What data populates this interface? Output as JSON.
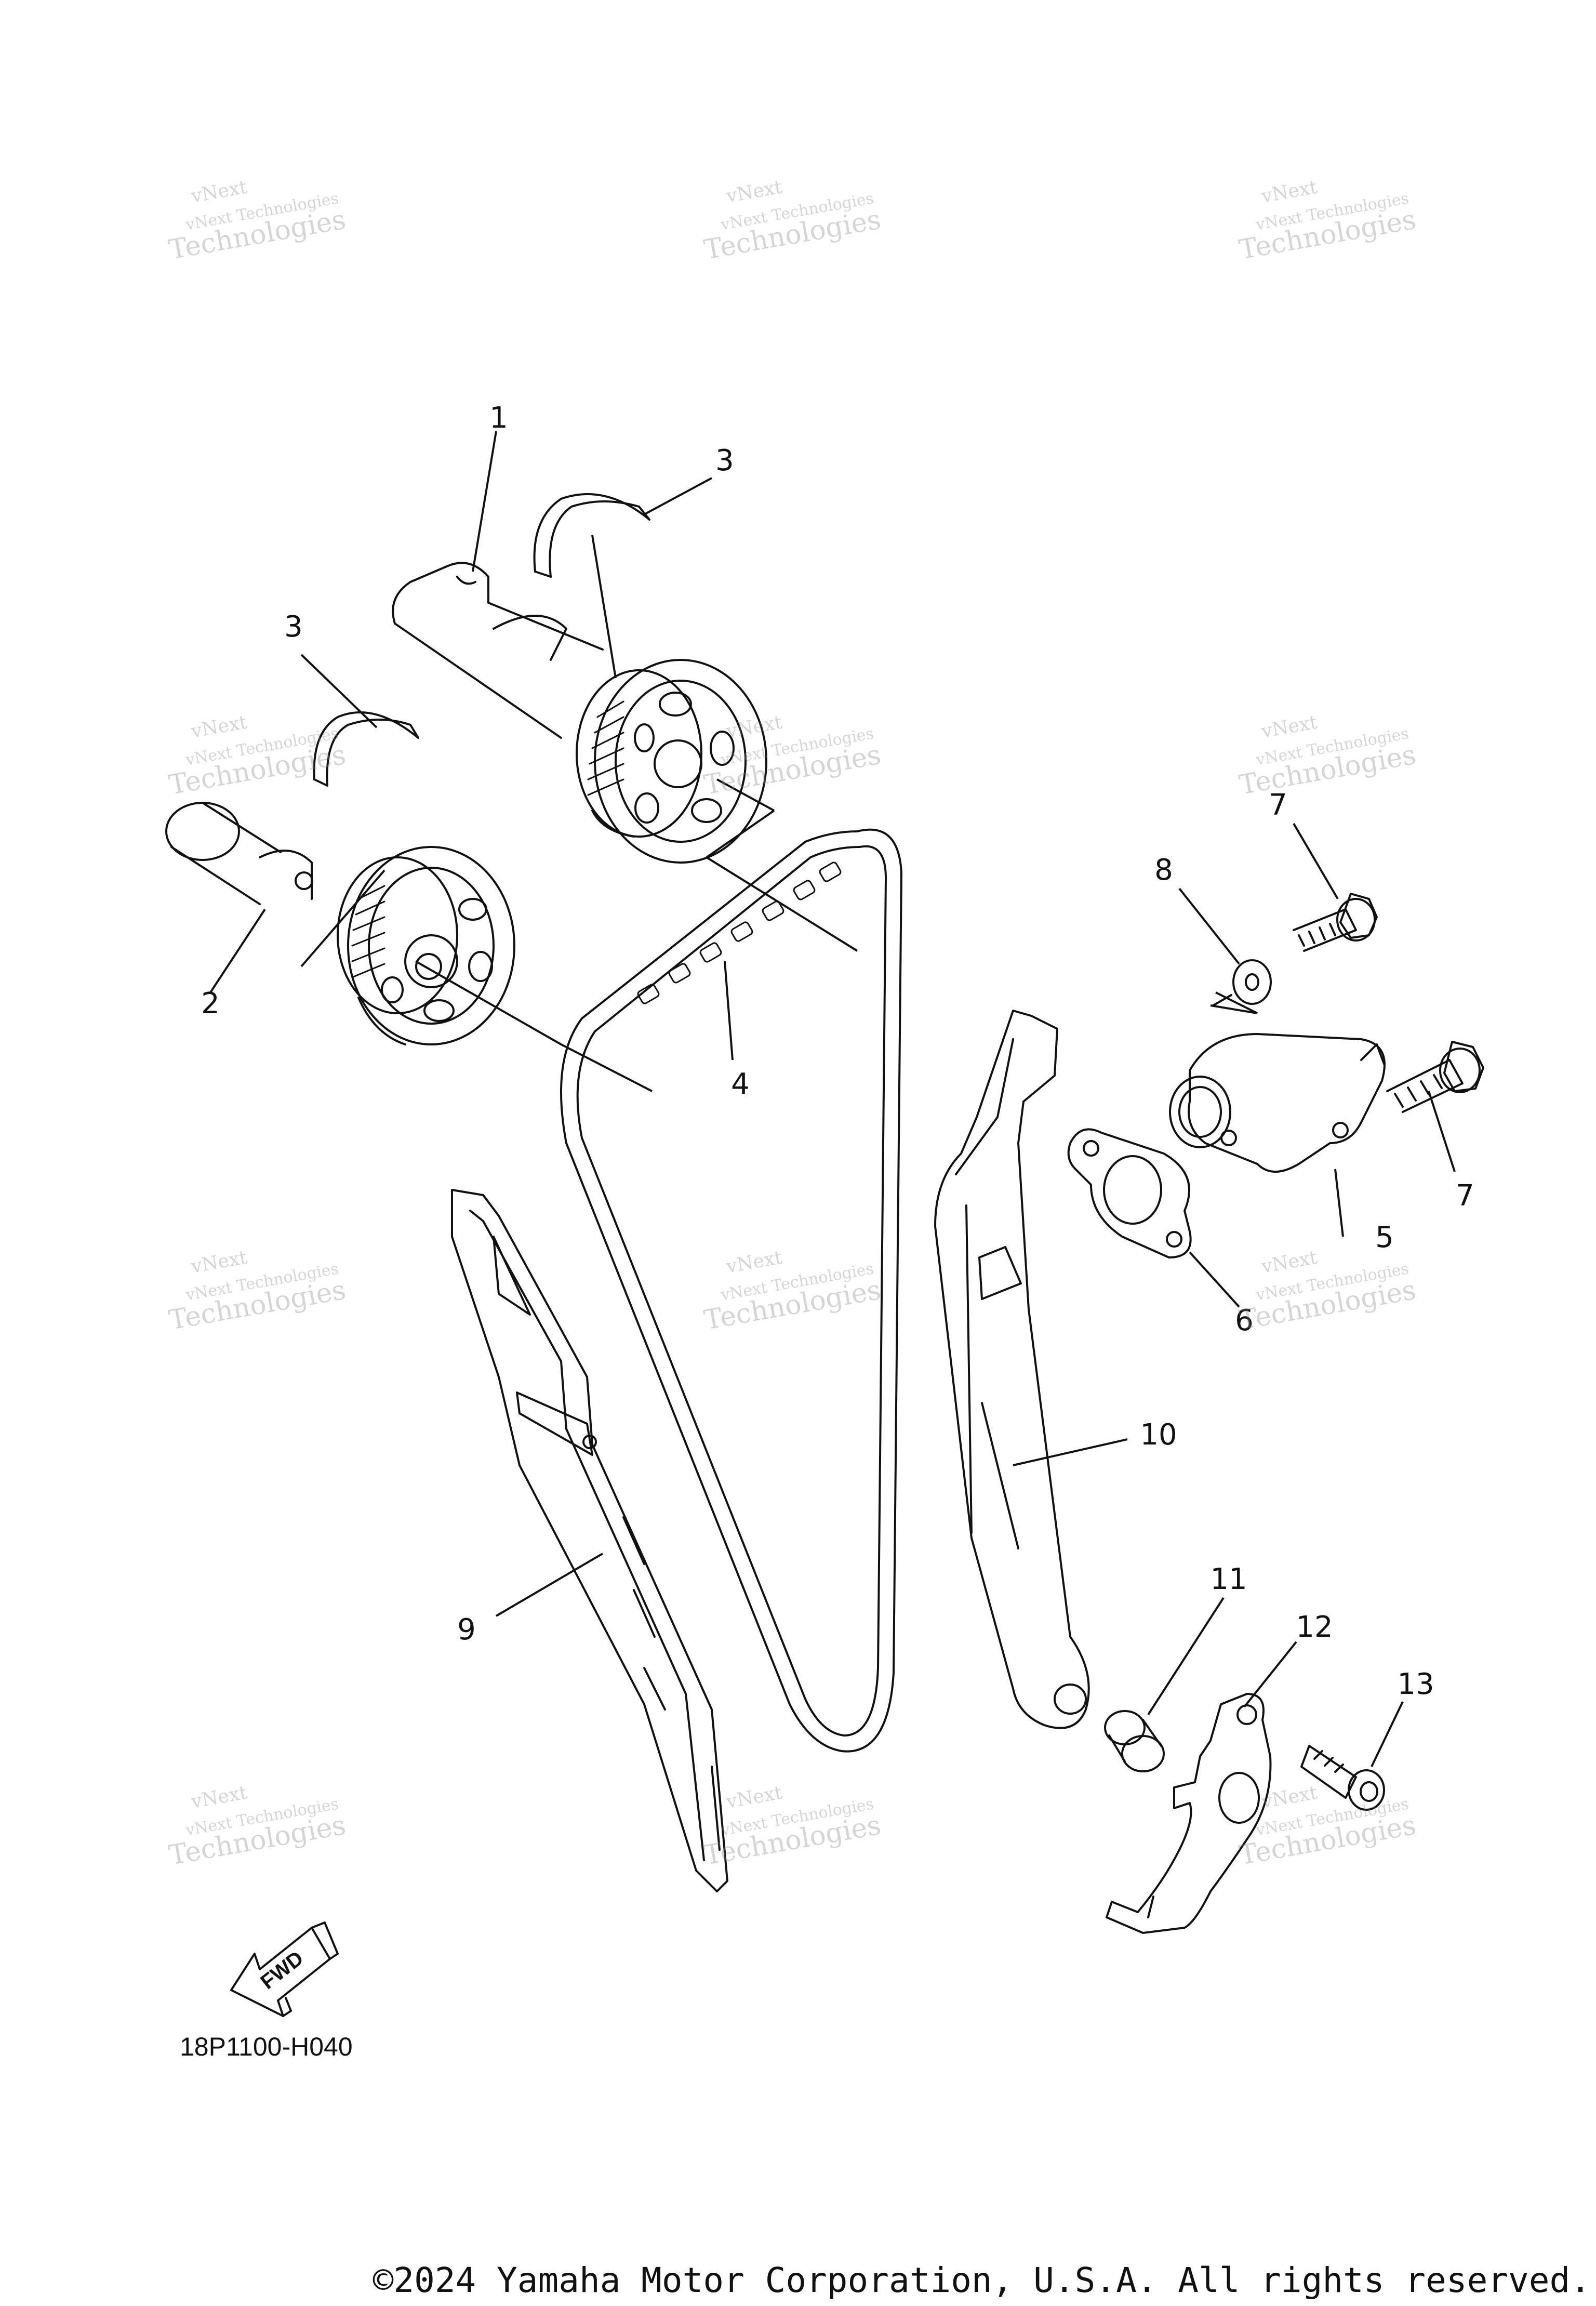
{
  "diagram": {
    "callouts": [
      {
        "id": "1",
        "label": "1"
      },
      {
        "id": "2",
        "label": "2"
      },
      {
        "id": "3a",
        "label": "3"
      },
      {
        "id": "3b",
        "label": "3"
      },
      {
        "id": "4",
        "label": "4"
      },
      {
        "id": "5",
        "label": "5"
      },
      {
        "id": "6",
        "label": "6"
      },
      {
        "id": "7a",
        "label": "7"
      },
      {
        "id": "7b",
        "label": "7"
      },
      {
        "id": "8",
        "label": "8"
      },
      {
        "id": "9",
        "label": "9"
      },
      {
        "id": "10",
        "label": "10"
      },
      {
        "id": "11",
        "label": "11"
      },
      {
        "id": "12",
        "label": "12"
      },
      {
        "id": "13",
        "label": "13"
      }
    ],
    "fwd_label": "FWD",
    "diagram_code": "18P1100-H040",
    "copyright": "©2024 Yamaha Motor Corporation, U.S.A. All rights reserved."
  },
  "watermark": {
    "line_top": "vNext",
    "line1": "vNext Technologies",
    "line2": "Technologies"
  }
}
